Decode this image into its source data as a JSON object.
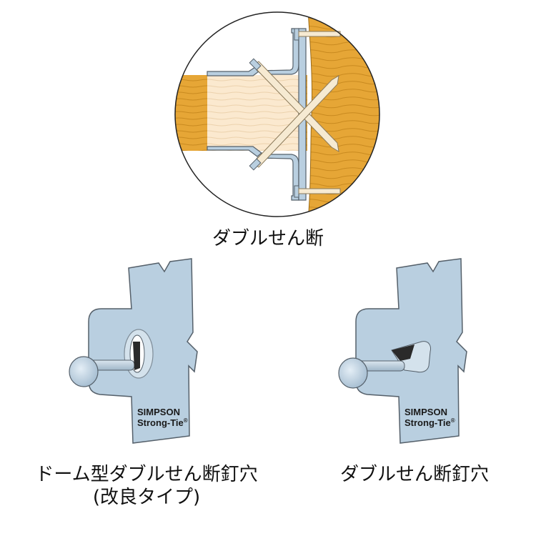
{
  "captions": {
    "double_shear": "ダブルせん断",
    "dome_double_shear": "ドーム型ダブルせん断釘穴",
    "dome_sub": "(改良タイプ)",
    "double_shear_nail_hole": "ダブルせん断釘穴"
  },
  "brand": {
    "line1": "SIMPSON",
    "line2": "Strong-Tie",
    "mark": "®"
  },
  "colors": {
    "wood": "#e6a636",
    "wood_grain": "#c98a1f",
    "wood_light": "#fbe9cf",
    "metal": "#b9cfe0",
    "metal_edge": "#55606a",
    "nail": "#f6ead2"
  }
}
